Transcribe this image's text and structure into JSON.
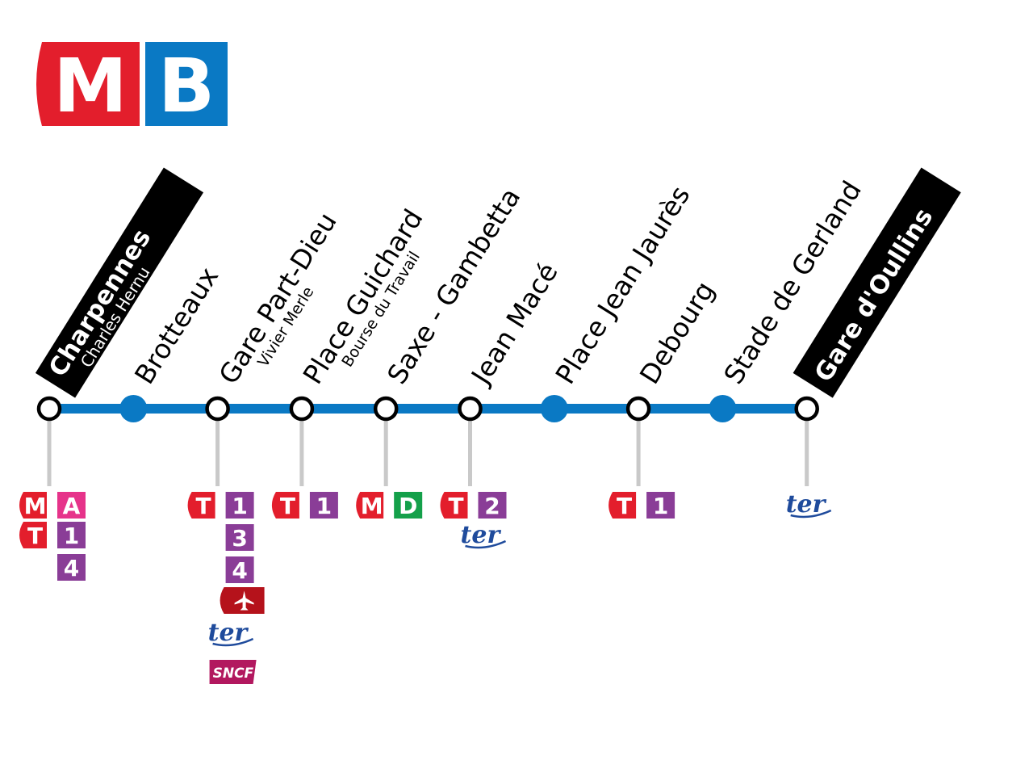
{
  "logo": {
    "mode_letter": "M",
    "line_letter": "B"
  },
  "colors": {
    "line": "#0a79c4",
    "metro_red": "#e31e2c",
    "line_b_blue": "#0a79c4",
    "tram_violet": "#8a3d97",
    "metro_a_pink": "#e6338a",
    "metro_d_green": "#14a04a",
    "ter_blue": "#1f4b9c",
    "sncf_magenta": "#b2185f",
    "airport_red": "#b5121b",
    "connector_grey": "#c9c9c9"
  },
  "stations": [
    {
      "name": "Charpennes",
      "subtitle": "Charles Hernu",
      "terminus": true,
      "interchange": true
    },
    {
      "name": "Brotteaux",
      "subtitle": "",
      "terminus": false,
      "interchange": false
    },
    {
      "name": "Gare Part-Dieu",
      "subtitle": "Vivier Merle",
      "terminus": false,
      "interchange": true
    },
    {
      "name": "Place Guichard",
      "subtitle": "Bourse du Travail",
      "terminus": false,
      "interchange": true
    },
    {
      "name": "Saxe - Gambetta",
      "subtitle": "",
      "terminus": false,
      "interchange": true
    },
    {
      "name": "Jean Macé",
      "subtitle": "",
      "terminus": false,
      "interchange": true
    },
    {
      "name": "Place Jean Jaurès",
      "subtitle": "",
      "terminus": false,
      "interchange": false
    },
    {
      "name": "Debourg",
      "subtitle": "",
      "terminus": false,
      "interchange": true
    },
    {
      "name": "Stade de Gerland",
      "subtitle": "",
      "terminus": false,
      "interchange": false
    },
    {
      "name": "Gare d'Oullins",
      "subtitle": "",
      "terminus": true,
      "interchange": true
    }
  ],
  "connections": [
    {
      "station": "Charpennes",
      "metro": [
        "A"
      ],
      "tram": [
        "1",
        "4"
      ],
      "ter": false,
      "sncf": false,
      "airport": false
    },
    {
      "station": "Gare Part-Dieu",
      "metro": [],
      "tram": [
        "1",
        "3",
        "4"
      ],
      "ter": true,
      "sncf": true,
      "airport": true
    },
    {
      "station": "Place Guichard",
      "metro": [],
      "tram": [
        "1"
      ],
      "ter": false,
      "sncf": false,
      "airport": false
    },
    {
      "station": "Saxe - Gambetta",
      "metro": [
        "D"
      ],
      "tram": [],
      "ter": false,
      "sncf": false,
      "airport": false
    },
    {
      "station": "Jean Macé",
      "metro": [],
      "tram": [
        "2"
      ],
      "ter": true,
      "sncf": false,
      "airport": false
    },
    {
      "station": "Debourg",
      "metro": [],
      "tram": [
        "1"
      ],
      "ter": false,
      "sncf": false,
      "airport": false
    },
    {
      "station": "Gare d'Oullins",
      "metro": [],
      "tram": [],
      "ter": true,
      "sncf": false,
      "airport": false
    }
  ],
  "labels": {
    "metro_prefix": "M",
    "tram_prefix": "T",
    "ter_text": "ter",
    "sncf_text": "SNCF",
    "airport_icon": "airplane-icon"
  }
}
